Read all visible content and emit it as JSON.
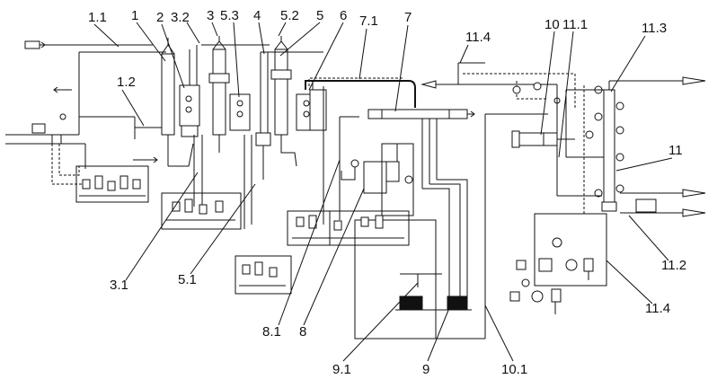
{
  "labels": {
    "l_1_1": "1.1",
    "l_1": "1",
    "l_2": "2",
    "l_3_2": "3.2",
    "l_3": "3",
    "l_5_3": "5.3",
    "l_4": "4",
    "l_5_2": "5.2",
    "l_5": "5",
    "l_6": "6",
    "l_7_1": "7.1",
    "l_7": "7",
    "l_11_4_top": "11.4",
    "l_10": "10",
    "l_11_1": "11.1",
    "l_11_3": "11.3",
    "l_1_2": "1.2",
    "l_11": "11",
    "l_11_2": "11.2",
    "l_11_4_bot": "11.4",
    "l_3_1": "3.1",
    "l_5_1": "5.1",
    "l_8_1": "8.1",
    "l_8": "8",
    "l_9_1": "9.1",
    "l_9": "9",
    "l_10_1": "10.1"
  }
}
